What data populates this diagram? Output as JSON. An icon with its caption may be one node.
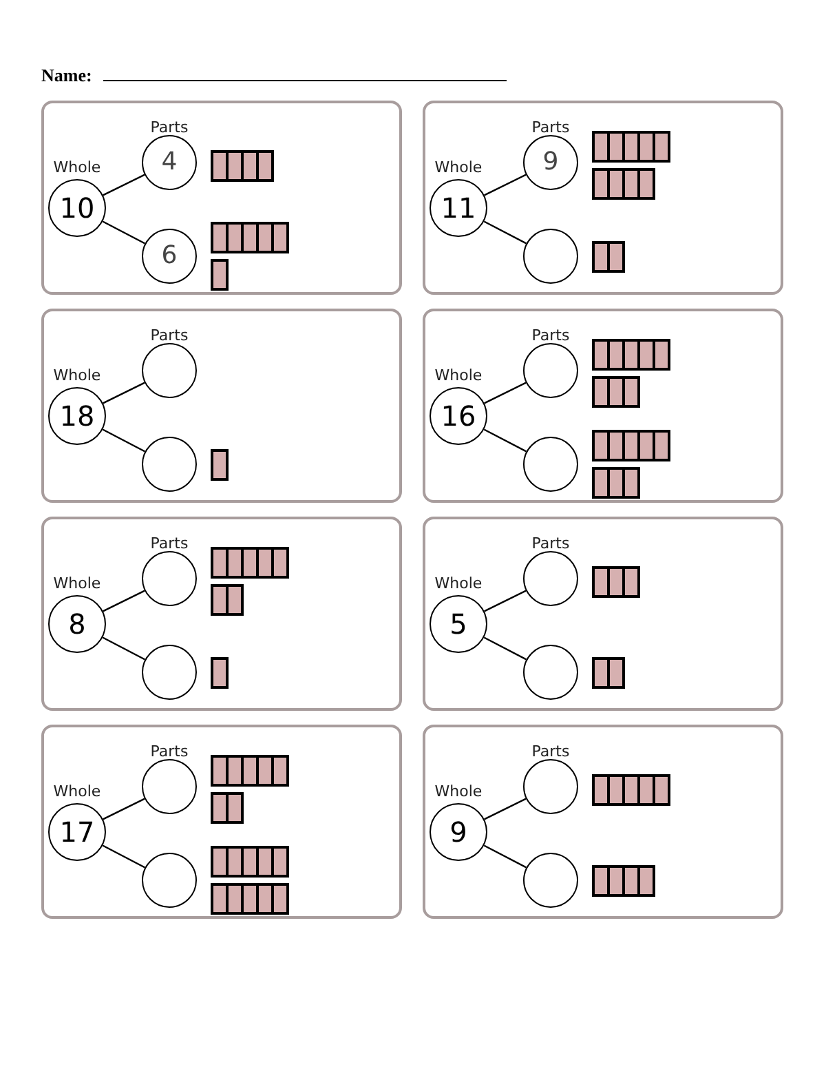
{
  "diagram": {
    "nodes": [
      {
        "text": [],
        "shape": "box"
      },
      {
        "text": [
          "10"
        ],
        "beside": [
          "Whole"
        ],
        "in": 0
      },
      {
        "text": [
          "4"
        ],
        "beside": [
          "Parts"
        ],
        "in": 0
      },
      {
        "text": [
          "6"
        ],
        "in": 0
      },
      {
        "text": [],
        "shape": "box"
      },
      {
        "text": [
          "11"
        ],
        "beside": [
          "Whole"
        ],
        "in": 4
      },
      {
        "text": [
          "9"
        ],
        "beside": [
          "Parts"
        ],
        "in": 4
      },
      {
        "text": [],
        "shape": "circle",
        "in": 4
      },
      {
        "text": [],
        "shape": "box"
      },
      {
        "text": [
          "18"
        ],
        "beside": [
          "Whole"
        ],
        "in": 8
      },
      {
        "text": [],
        "shape": "circle",
        "beside": [
          "Parts"
        ],
        "in": 8
      },
      {
        "text": [],
        "shape": "circle",
        "in": 8
      },
      {
        "text": [],
        "shape": "box"
      },
      {
        "text": [
          "16"
        ],
        "beside": [
          "Whole"
        ],
        "in": 12
      },
      {
        "text": [],
        "shape": "circle",
        "beside": [
          "Parts"
        ],
        "in": 12
      },
      {
        "text": [],
        "shape": "circle",
        "in": 12
      },
      {
        "text": [],
        "shape": "box"
      },
      {
        "text": [
          "8"
        ],
        "beside": [
          "Whole"
        ],
        "in": 16
      },
      {
        "text": [],
        "shape": "circle",
        "beside": [
          "Parts"
        ],
        "in": 16
      },
      {
        "text": [],
        "shape": "circle",
        "in": 16
      },
      {
        "text": [],
        "shape": "box"
      },
      {
        "text": [
          "5"
        ],
        "beside": [
          "Whole"
        ],
        "in": 20
      },
      {
        "text": [],
        "shape": "circle",
        "beside": [
          "Parts"
        ],
        "in": 20
      },
      {
        "text": [],
        "shape": "circle",
        "in": 20
      },
      {
        "text": [],
        "shape": "box"
      },
      {
        "text": [
          "17"
        ],
        "beside": [
          "Whole"
        ],
        "in": 24
      },
      {
        "text": [],
        "shape": "circle",
        "beside": [
          "Parts"
        ],
        "in": 24
      },
      {
        "text": [],
        "shape": "circle",
        "in": 24
      },
      {
        "text": [],
        "shape": "box"
      },
      {
        "text": [
          "9"
        ],
        "beside": [
          "Whole"
        ],
        "in": 28
      },
      {
        "text": [],
        "shape": "circle",
        "beside": [
          "Parts"
        ],
        "in": 28
      },
      {
        "text": [],
        "shape": "circle",
        "in": 28
      }
    ],
    "edges": [
      {
        "from": 1,
        "to": 2,
        "arrow": "none"
      },
      {
        "from": 1,
        "to": 3,
        "arrow": "none"
      },
      {
        "from": 5,
        "to": 6,
        "arrow": "none"
      },
      {
        "from": 5,
        "to": 7,
        "arrow": "none"
      },
      {
        "from": 9,
        "to": 10,
        "arrow": "none"
      },
      {
        "from": 9,
        "to": 11,
        "arrow": "none"
      },
      {
        "from": 13,
        "to": 14,
        "arrow": "none"
      },
      {
        "from": 13,
        "to": 15,
        "arrow": "none"
      },
      {
        "from": 17,
        "to": 18,
        "arrow": "none"
      },
      {
        "from": 17,
        "to": 19,
        "arrow": "none"
      },
      {
        "from": 21,
        "to": 22,
        "arrow": "none"
      },
      {
        "from": 21,
        "to": 23,
        "arrow": "none"
      },
      {
        "from": 25,
        "to": 26,
        "arrow": "none"
      },
      {
        "from": 25,
        "to": 27,
        "arrow": "none"
      },
      {
        "from": 29,
        "to": 30,
        "arrow": "none"
      },
      {
        "from": 29,
        "to": 31,
        "arrow": "none"
      }
    ],
    "labels": [
      "Name:"
    ]
  }
}
